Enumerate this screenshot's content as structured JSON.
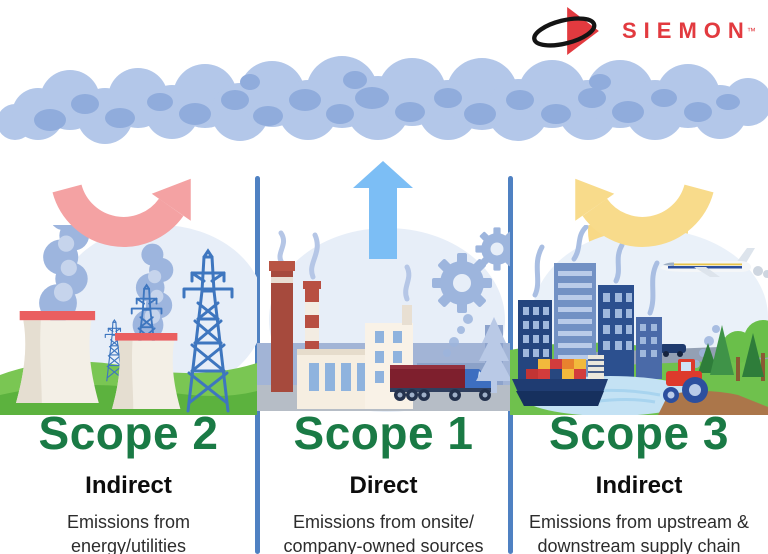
{
  "logo": {
    "brand": "SIEMON",
    "trademark": "™",
    "brand_color": "#e23a3f"
  },
  "icons": {
    "logo_icon": "siemon-swoosh-triangle",
    "cloud": "emissions-cloud",
    "scope2_arrow": "curved-up-arrow",
    "scope1_arrow": "straight-up-arrow",
    "scope3_arrow": "curved-up-arrow",
    "scope2_illustration": "power-plant-cooling-towers-pylons",
    "scope1_illustration": "factory-chimneys-truck-gears",
    "scope3_illustration": "city-airplane-ship-tractor-trees"
  },
  "colors": {
    "scope_title_green": "#1a7a45",
    "divider_blue": "#4f81c2",
    "arrow_scope2_pink": "#f4a2a3",
    "arrow_scope1_blue": "#7cbef5",
    "arrow_scope3_yellow": "#f8db8b",
    "cloud_light": "#b3c7e9",
    "cloud_dark": "#90acdc"
  },
  "columns": [
    {
      "title": "Scope 2",
      "category": "Indirect",
      "desc_line1": "Emissions from",
      "desc_line2": "energy/utilities"
    },
    {
      "title": "Scope 1",
      "category": "Direct",
      "desc_line1": "Emissions from onsite/",
      "desc_line2": "company-owned sources"
    },
    {
      "title": "Scope 3",
      "category": "Indirect",
      "desc_line1": "Emissions from upstream &",
      "desc_line2": "downstream supply chain"
    }
  ]
}
